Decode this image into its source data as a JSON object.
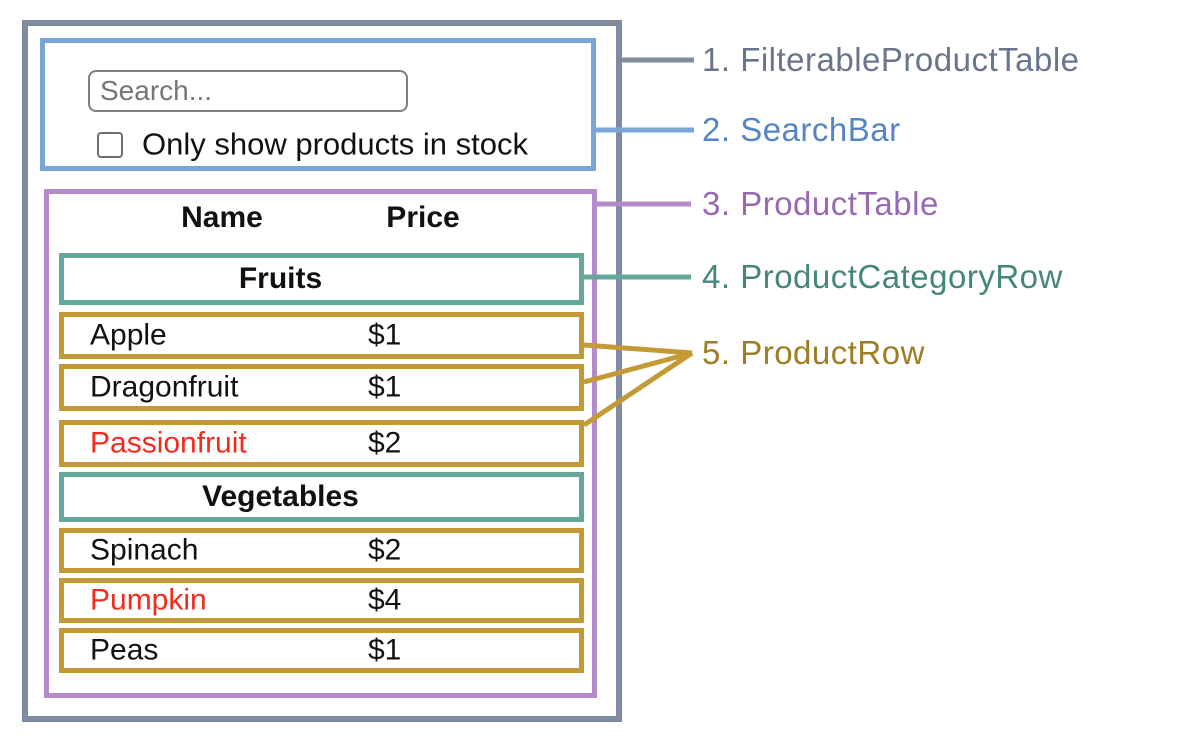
{
  "colors": {
    "slate": "#7e8ba0",
    "slate-text": "#67758e",
    "blue": "#7ba4d7",
    "blue-text": "#5586c3",
    "purple": "#b58ccb",
    "purple-text": "#9869b1",
    "teal": "#63a89a",
    "teal-text": "#44877a",
    "gold": "#c49a37",
    "gold-text": "#9f7d22",
    "red": "#f22b1a"
  },
  "search_bar": {
    "placeholder": "Search...",
    "checkbox_label": "Only show products in stock",
    "checkbox_checked": false
  },
  "product_table": {
    "headers": {
      "name": "Name",
      "price": "Price"
    },
    "sections": [
      {
        "category": "Fruits",
        "rows": [
          {
            "name": "Apple",
            "price": "$1",
            "out_of_stock": false
          },
          {
            "name": "Dragonfruit",
            "price": "$1",
            "out_of_stock": false
          },
          {
            "name": "Passionfruit",
            "price": "$2",
            "out_of_stock": true
          }
        ]
      },
      {
        "category": "Vegetables",
        "rows": [
          {
            "name": "Spinach",
            "price": "$2",
            "out_of_stock": false
          },
          {
            "name": "Pumpkin",
            "price": "$4",
            "out_of_stock": true
          },
          {
            "name": "Peas",
            "price": "$1",
            "out_of_stock": false
          }
        ]
      }
    ]
  },
  "legend": [
    {
      "label": "1. FilterableProductTable"
    },
    {
      "label": "2. SearchBar"
    },
    {
      "label": "3. ProductTable"
    },
    {
      "label": "4. ProductCategoryRow"
    },
    {
      "label": "5. ProductRow"
    }
  ]
}
